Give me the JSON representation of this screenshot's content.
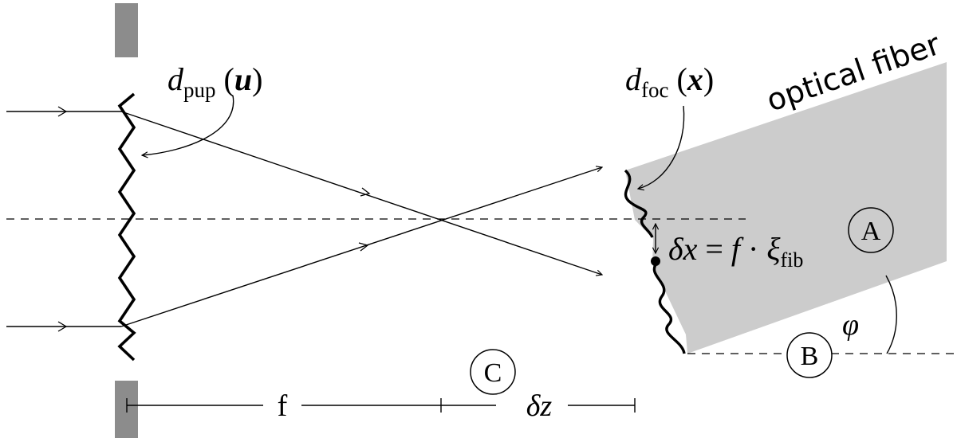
{
  "pupil_label": {
    "base": "d",
    "sub": "pup",
    "open": "(",
    "arg": "u",
    "close": ")"
  },
  "focal_label": {
    "base": "d",
    "sub": "foc",
    "open": "(",
    "arg": "x",
    "close": ")"
  },
  "fiber_label": "optical fiber",
  "offset_label": {
    "lhs": "δx",
    "eq": " = ",
    "f": "f",
    "dot": " · ",
    "xi": "ξ",
    "sub": "fib"
  },
  "angle_label": "φ",
  "markers": {
    "a": "A",
    "b": "B",
    "c": "C"
  },
  "focal_length_label": "f",
  "defocus_label": "δz",
  "colors": {
    "fiber": "#cccccc",
    "stop": "#8c8c8c",
    "line": "#000000"
  }
}
